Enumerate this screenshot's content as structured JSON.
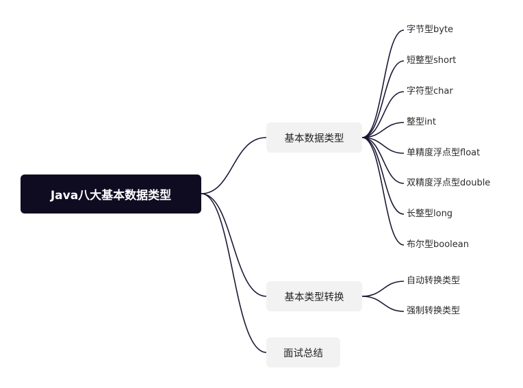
{
  "root": {
    "label": "Java八大基本数据类型"
  },
  "branches": [
    {
      "label": "基本数据类型",
      "children": [
        "字节型byte",
        "短整型short",
        "字符型char",
        "整型int",
        "单精度浮点型float",
        "双精度浮点型double",
        "长整型long",
        "布尔型boolean"
      ]
    },
    {
      "label": "基本类型转换",
      "children": [
        "自动转换类型",
        "强制转换类型"
      ]
    },
    {
      "label": "面试总结",
      "children": []
    }
  ],
  "colors": {
    "root_bg": "#0f0c22",
    "root_text": "#ffffff",
    "branch_bg": "#f2f2f2",
    "line": "#1a1733"
  }
}
